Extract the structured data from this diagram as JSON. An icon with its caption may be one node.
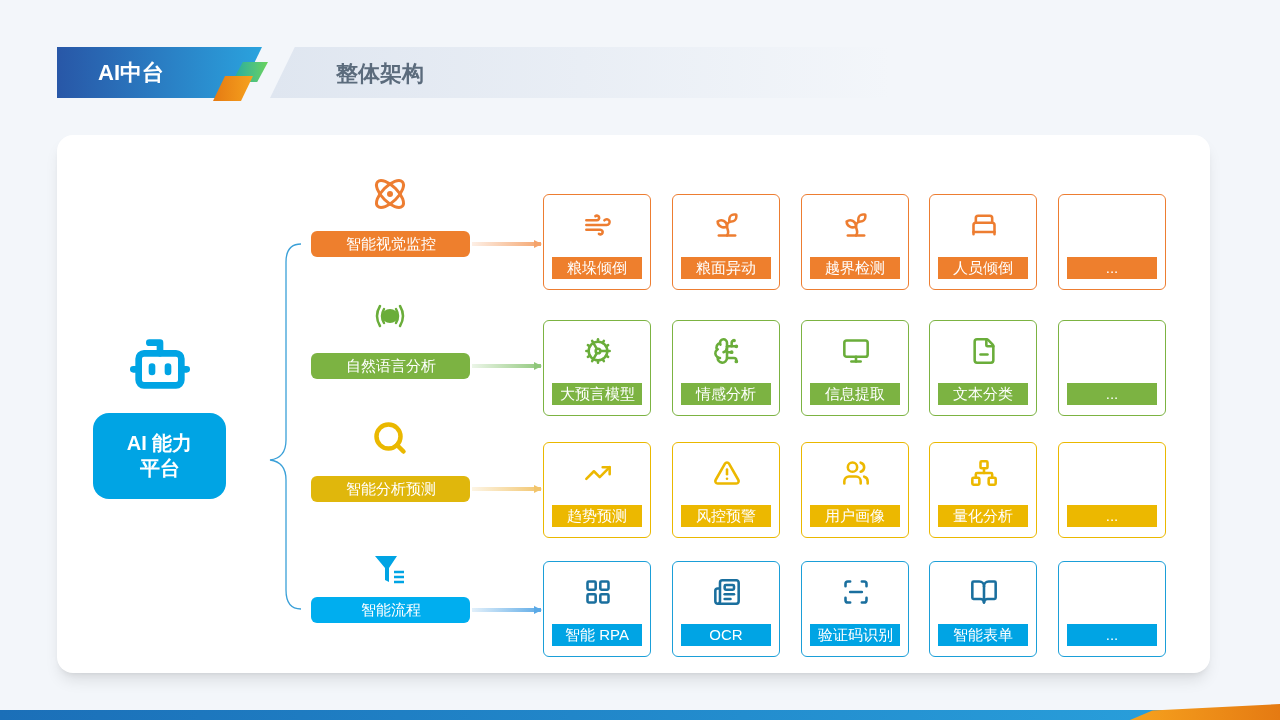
{
  "diagram": {
    "title": "整体架构",
    "nodes": [
      {
        "text": [
          "AI 能力平台"
        ]
      },
      {
        "text": [
          "智能视觉监控"
        ]
      },
      {
        "text": [
          "自然语言分析"
        ]
      },
      {
        "text": [
          "智能分析预测"
        ]
      },
      {
        "text": [
          "智能流程"
        ]
      },
      {
        "text": [
          "粮垛倾倒"
        ]
      },
      {
        "text": [
          "粮面异动"
        ]
      },
      {
        "text": [
          "越界检测"
        ]
      },
      {
        "text": [
          "人员倾倒"
        ]
      },
      {
        "text": [
          "..."
        ]
      },
      {
        "text": [
          "大预言模型"
        ]
      },
      {
        "text": [
          "情感分析"
        ]
      },
      {
        "text": [
          "信息提取"
        ]
      },
      {
        "text": [
          "文本分类"
        ]
      },
      {
        "text": [
          "..."
        ]
      },
      {
        "text": [
          "趋势预测"
        ]
      },
      {
        "text": [
          "风控预警"
        ]
      },
      {
        "text": [
          "用户画像"
        ]
      },
      {
        "text": [
          "量化分析"
        ]
      },
      {
        "text": [
          "..."
        ]
      },
      {
        "text": [
          "智能 RPA"
        ]
      },
      {
        "text": [
          "OCR"
        ]
      },
      {
        "text": [
          "验证码识别"
        ]
      },
      {
        "text": [
          "智能表单"
        ]
      },
      {
        "text": [
          "..."
        ]
      }
    ],
    "edges": [
      {
        "from": 1,
        "to": 5,
        "arrow": "to",
        "color": "#f4a36b"
      },
      {
        "from": 2,
        "to": 10,
        "arrow": "to",
        "color": "#8fc77a"
      },
      {
        "from": 3,
        "to": 15,
        "arrow": "to",
        "color": "#f2c46a"
      },
      {
        "from": 4,
        "to": 20,
        "arrow": "to",
        "color": "#5aa9e6"
      }
    ],
    "labels": [
      "AI中台"
    ]
  }
}
